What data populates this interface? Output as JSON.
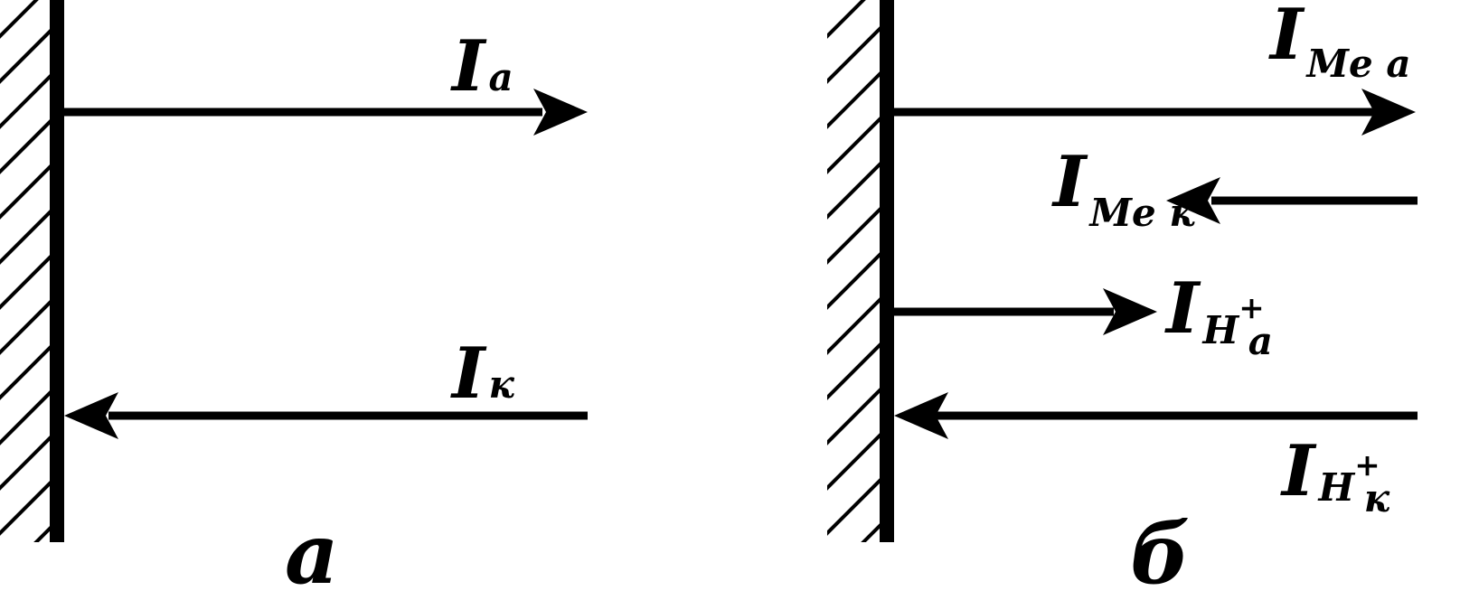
{
  "colors": {
    "ink": "#000000",
    "background": "#ffffff"
  },
  "panel_a": {
    "label": "а",
    "anodic": {
      "main": "I",
      "sub": "а"
    },
    "cathodic": {
      "main": "I",
      "sub": "к"
    }
  },
  "panel_b": {
    "label": "б",
    "me_anodic": {
      "main": "I",
      "sub": "Ме а"
    },
    "me_cathodic": {
      "main": "I",
      "sub": "Ме к"
    },
    "h_anodic": {
      "main": "I",
      "sub": "Н",
      "sup": "+",
      "sub2": "а"
    },
    "h_cathodic": {
      "main": "I",
      "sub": "Н",
      "sup": "+",
      "sub2": "к"
    }
  }
}
